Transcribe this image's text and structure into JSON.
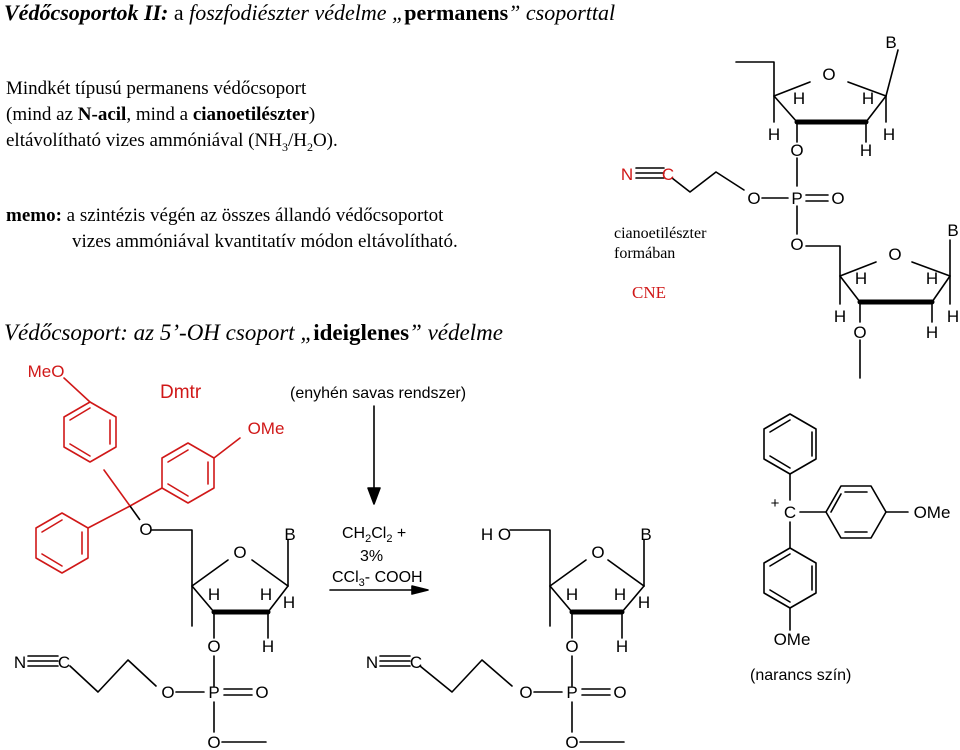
{
  "title": {
    "lead": "Védőcsoportok II:",
    "mid": " a ",
    "italic1": "foszfodiészter védelme „",
    "bold": "permanens",
    "italic2": "” csoporttal"
  },
  "intro": {
    "line1": "Mindkét típusú permanens védőcsoport",
    "line2a": "(mind az ",
    "line2b": "N-acil",
    "line2c": ", mind a ",
    "line2d": "cianoetilészter",
    "line2e": ")",
    "line3a": "eltávolítható vizes ammóniával (NH",
    "sub1": "3",
    "line3b": "/H",
    "sub2": "2",
    "line3c": "O)."
  },
  "memo": {
    "label": "memo:",
    "line1": " a szintézis végén az összes állandó védőcsoportot",
    "line2": "vizes ammóniával kvantitatív módon eltávolítható."
  },
  "section2": {
    "lead": "Védőcsoport:",
    "italic1": " az 5’-OH csoport „",
    "bold": "ideiglenes",
    "italic2": "” védelme"
  },
  "cne": {
    "caption1": "cianoetilészter",
    "caption2": "formában",
    "abbr": "CNE"
  },
  "reaction": {
    "dmtr_label": "Dmtr",
    "condition": "(enyhén savas rendszer)",
    "reagent_line1": "CH",
    "reagent_sub1": "2",
    "reagent_mid": "Cl",
    "reagent_sub2": "2",
    "reagent_plus": " +",
    "reagent_line2": "3%",
    "reagent_line3": "CCl",
    "reagent_sub3": "3",
    "reagent_line3b": "- COOH",
    "cation_note": "(narancs szín)"
  },
  "atoms": {
    "O": "O",
    "H": "H",
    "B": "B",
    "P": "P",
    "N": "N",
    "C": "C",
    "HO": "H O",
    "MeO": "MeO",
    "OMe": "OMe",
    "plus": "+"
  },
  "colors": {
    "text": "#000000",
    "dmtr": "#d01818",
    "background": "#ffffff"
  }
}
